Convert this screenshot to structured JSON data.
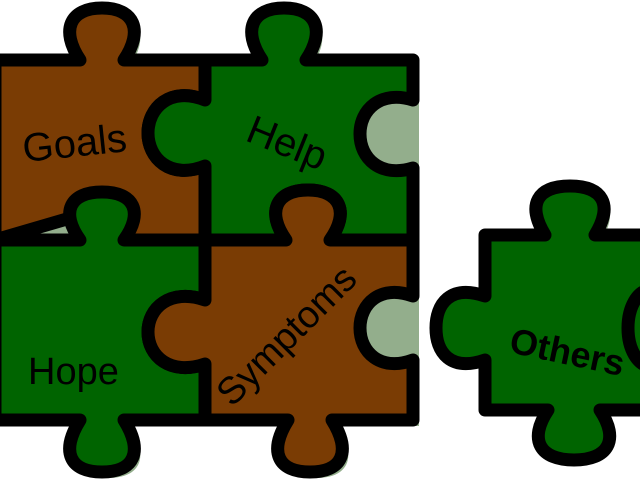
{
  "colors": {
    "brown": "#7a3c04",
    "green": "#006400",
    "outline": "#000000",
    "shadow": "#3a6b2e",
    "background": "#ffffff"
  },
  "pieces": [
    {
      "label": "Goals",
      "fill": "brown"
    },
    {
      "label": "Help",
      "fill": "green"
    },
    {
      "label": "Hope",
      "fill": "green"
    },
    {
      "label": "Symptoms",
      "fill": "brown"
    },
    {
      "label": "Others",
      "fill": "green"
    }
  ]
}
